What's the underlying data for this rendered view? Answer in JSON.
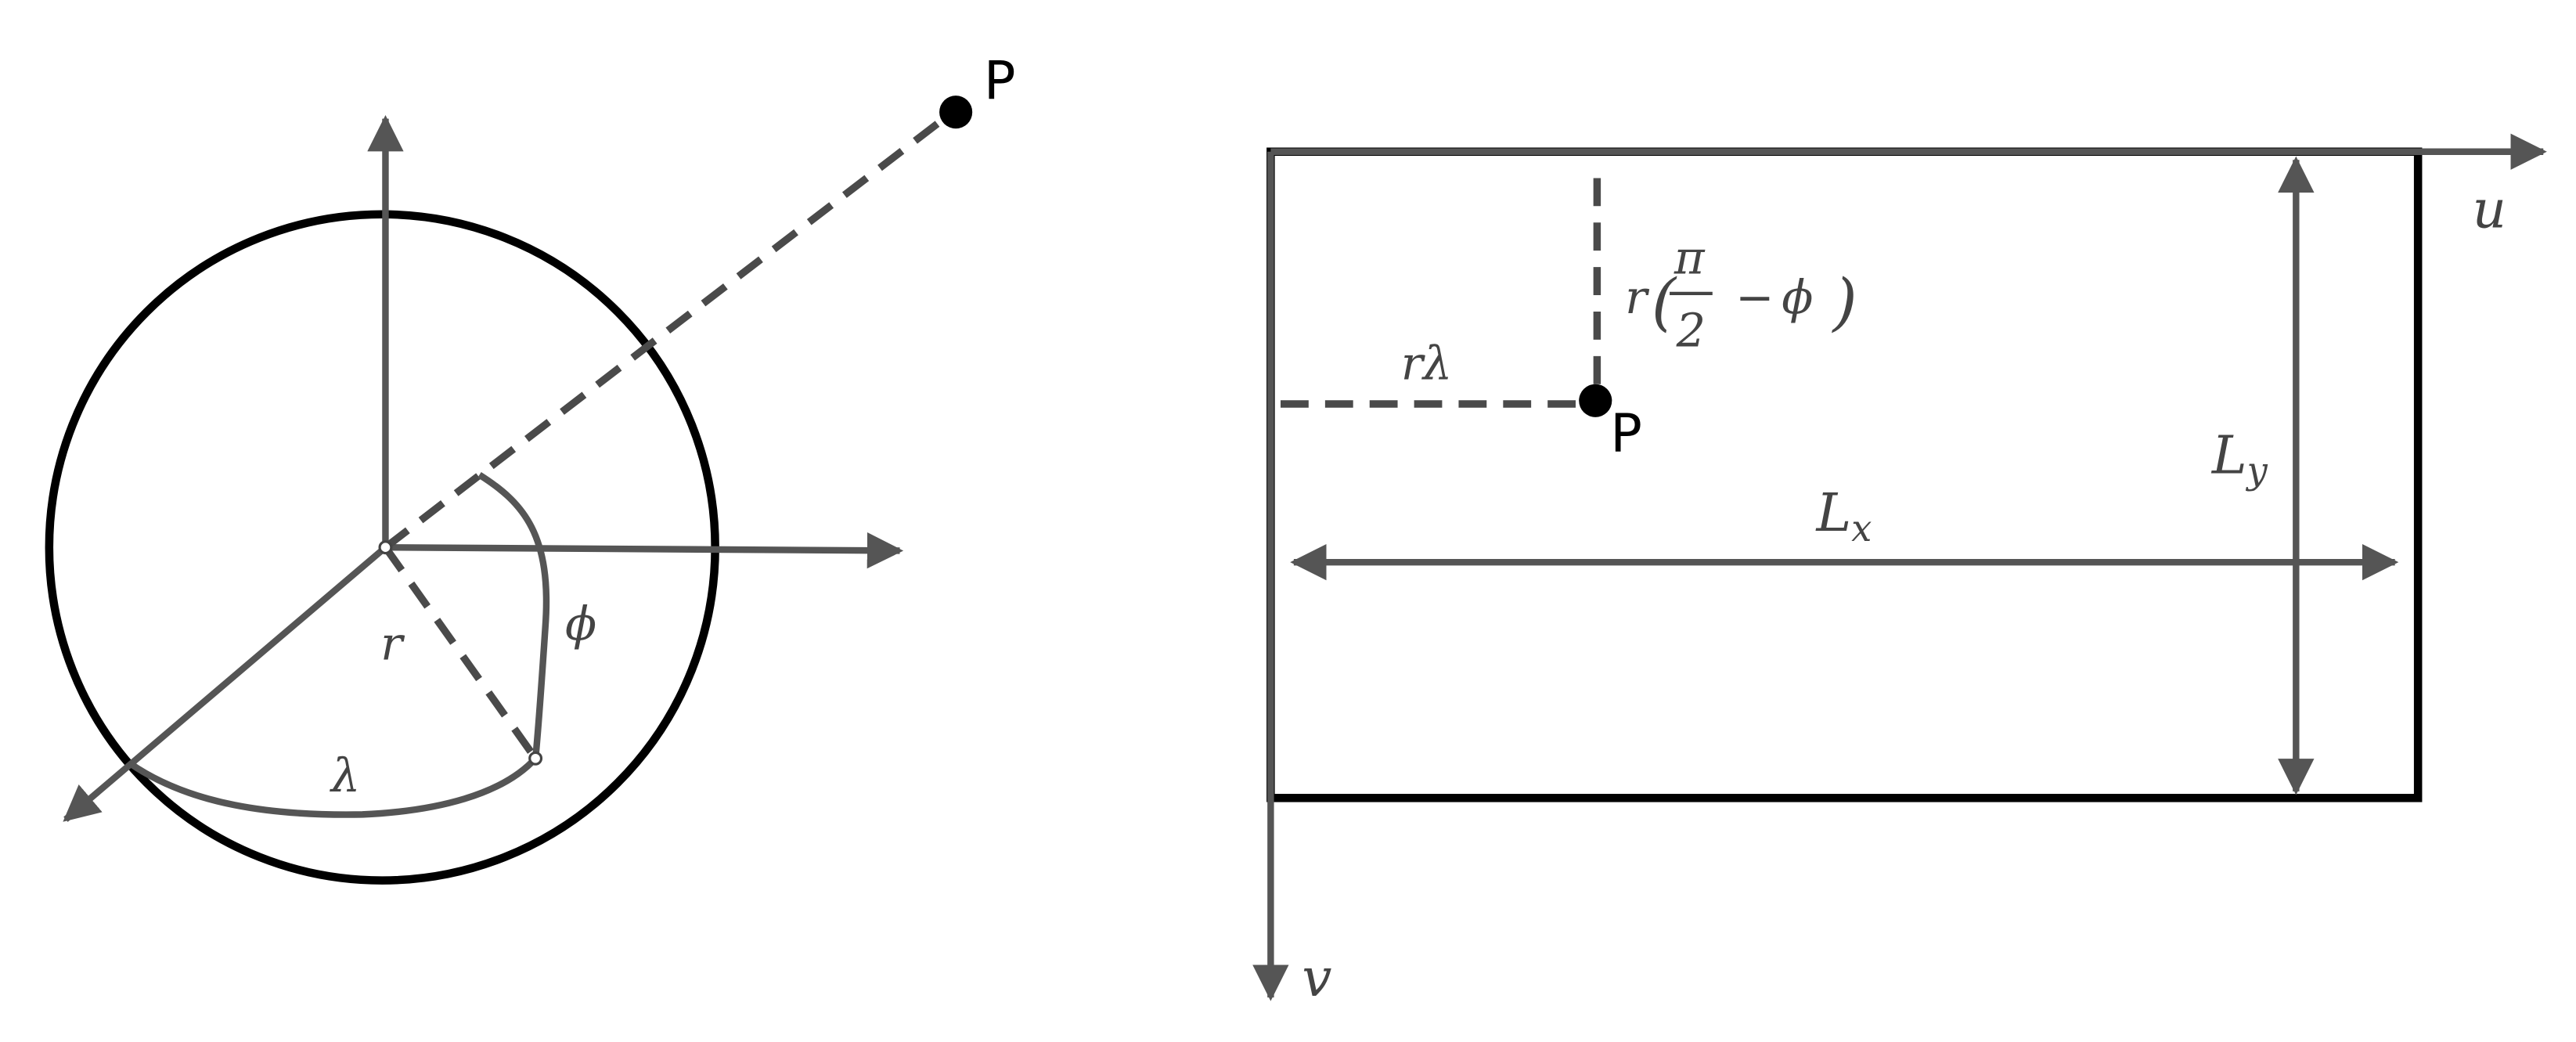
{
  "colors": {
    "outline": "#000000",
    "axis": "#555555",
    "dashed": "#4a4a4a",
    "text": "#444444"
  },
  "sphere_view": {
    "point_label": "P",
    "radius_label": "r",
    "longitude_label": "λ",
    "latitude_label": "ϕ"
  },
  "map_view": {
    "u_axis_label": "u",
    "v_axis_label": "v",
    "point_label": "P",
    "horizontal_offset": {
      "factor": "r",
      "angle": "λ"
    },
    "vertical_offset": {
      "factor": "r",
      "numerator": "π",
      "denominator": "2",
      "operator": "−",
      "angle": "ϕ"
    },
    "width_label": {
      "base": "L",
      "subscript": "x"
    },
    "height_label": {
      "base": "L",
      "subscript": "y"
    }
  }
}
